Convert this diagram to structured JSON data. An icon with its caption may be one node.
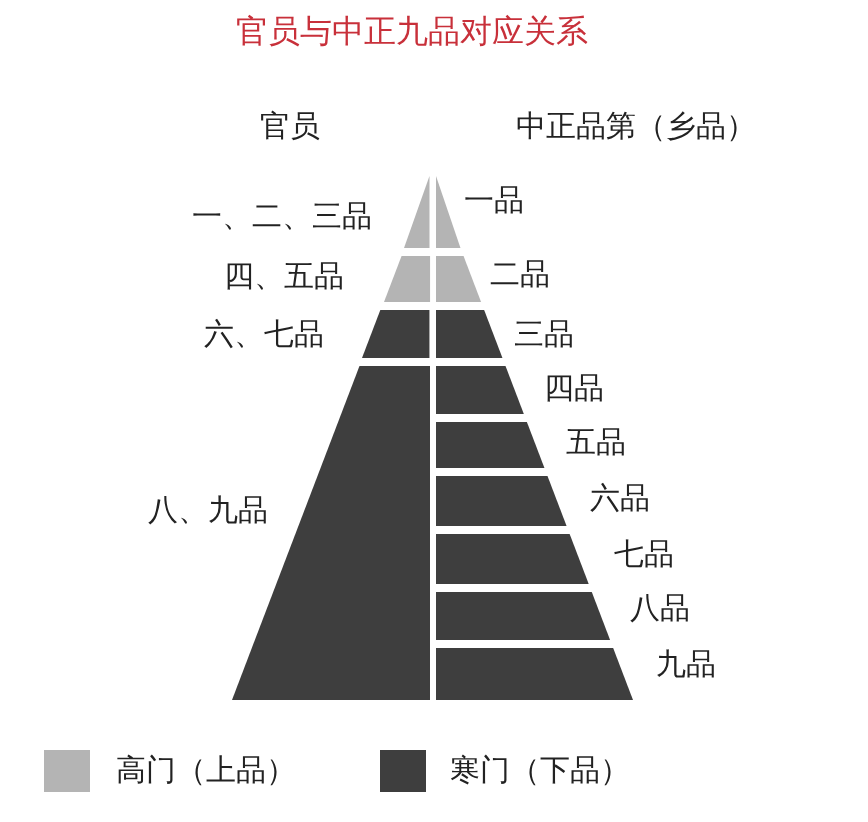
{
  "diagram": {
    "title": "官员与中正九品对应关系",
    "nodes": [
      {
        "text": [
          "一、二、三品"
        ]
      },
      {
        "text": [
          "四、五品"
        ]
      },
      {
        "text": [
          "六、七品"
        ]
      },
      {
        "text": [
          "八、九品"
        ]
      },
      {
        "text": [
          "一品"
        ]
      },
      {
        "text": [
          "二品"
        ]
      },
      {
        "text": [
          "三品"
        ]
      },
      {
        "text": [
          "四品"
        ]
      },
      {
        "text": [
          "五品"
        ]
      },
      {
        "text": [
          "六品"
        ]
      },
      {
        "text": [
          "七品"
        ]
      },
      {
        "text": [
          "八品"
        ]
      },
      {
        "text": [
          "九品"
        ]
      }
    ],
    "labels": [
      "官员",
      "中正品第（乡品）"
    ],
    "legend": [
      {
        "text": "高门（上品）",
        "color": "#b4b4b4"
      },
      {
        "text": "寒门（下品）",
        "color": "#3e3e3e"
      }
    ]
  }
}
